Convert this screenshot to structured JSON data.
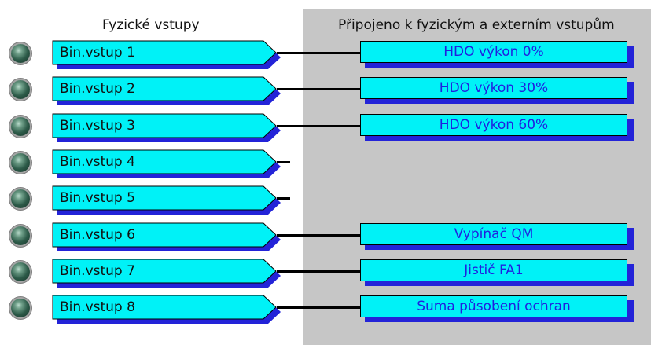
{
  "headers": {
    "physical_inputs": "Fyzické vstupy",
    "connected": "Připojeno k fyzickým a externím vstupům"
  },
  "colors": {
    "input_fill": "#00f2f7",
    "input_shadow": "#2323d8",
    "panel_bg": "#c6c6c6",
    "target_text": "#2020e0",
    "led": "dark-green"
  },
  "inputs": [
    {
      "label": "Bin.vstup 1",
      "connected": true,
      "target": "HDO výkon 0%"
    },
    {
      "label": "Bin.vstup 2",
      "connected": true,
      "target": "HDO výkon 30%"
    },
    {
      "label": "Bin.vstup 3",
      "connected": true,
      "target": "HDO výkon 60%"
    },
    {
      "label": "Bin.vstup 4",
      "connected": false,
      "target": ""
    },
    {
      "label": "Bin.vstup 5",
      "connected": false,
      "target": ""
    },
    {
      "label": "Bin.vstup 6",
      "connected": true,
      "target": "Vypínač QM"
    },
    {
      "label": "Bin.vstup 7",
      "connected": true,
      "target": "Jistič FA1"
    },
    {
      "label": "Bin.vstup 8",
      "connected": true,
      "target": "Suma působení ochran"
    }
  ]
}
